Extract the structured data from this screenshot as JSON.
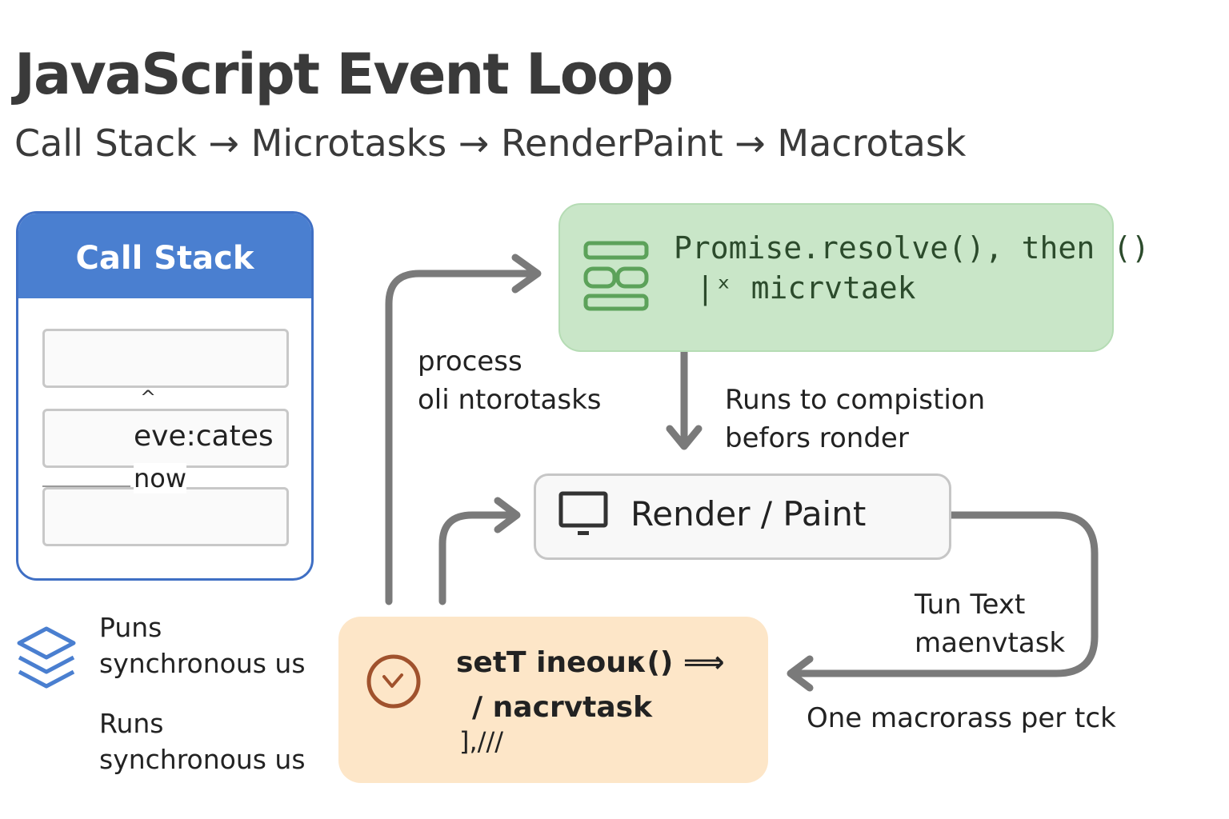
{
  "title": "JavaScript Event Loop",
  "subtitle": "Call Stack → Microtasks → RenderPaint → Macrotask",
  "call_stack": {
    "header": "Call Stack",
    "caret": "^",
    "executes": "eve:cates",
    "now": "now"
  },
  "sync_notes": [
    {
      "line1": "Puns",
      "line2": "synchronous us"
    },
    {
      "line1": "Runs",
      "line2": "synchronous us"
    }
  ],
  "microtask": {
    "line1": "Promise.resolve(), then ()",
    "line2": "|ˣ micrvtaek",
    "icon": "queue-icon",
    "color": "#c9e6c8"
  },
  "render": {
    "label": "Render / Paint",
    "icon": "monitor-icon"
  },
  "macrotask": {
    "line1": "setT ineouκ() ⟹",
    "line2": "/ nacrvtask",
    "line3": "],∕∕/",
    "icon": "clock-icon",
    "color": "#fde6c8"
  },
  "labels": {
    "process_1": "process",
    "process_2": "oli ntorotasks",
    "runs_complete_1": "Runs to compistion",
    "runs_complete_2": "befors ronder",
    "run_next_1": "Tun Text",
    "run_next_2": "maenvtask",
    "one_macro": "One macrorass per tck"
  },
  "icons": {
    "stack": "layers-icon"
  }
}
